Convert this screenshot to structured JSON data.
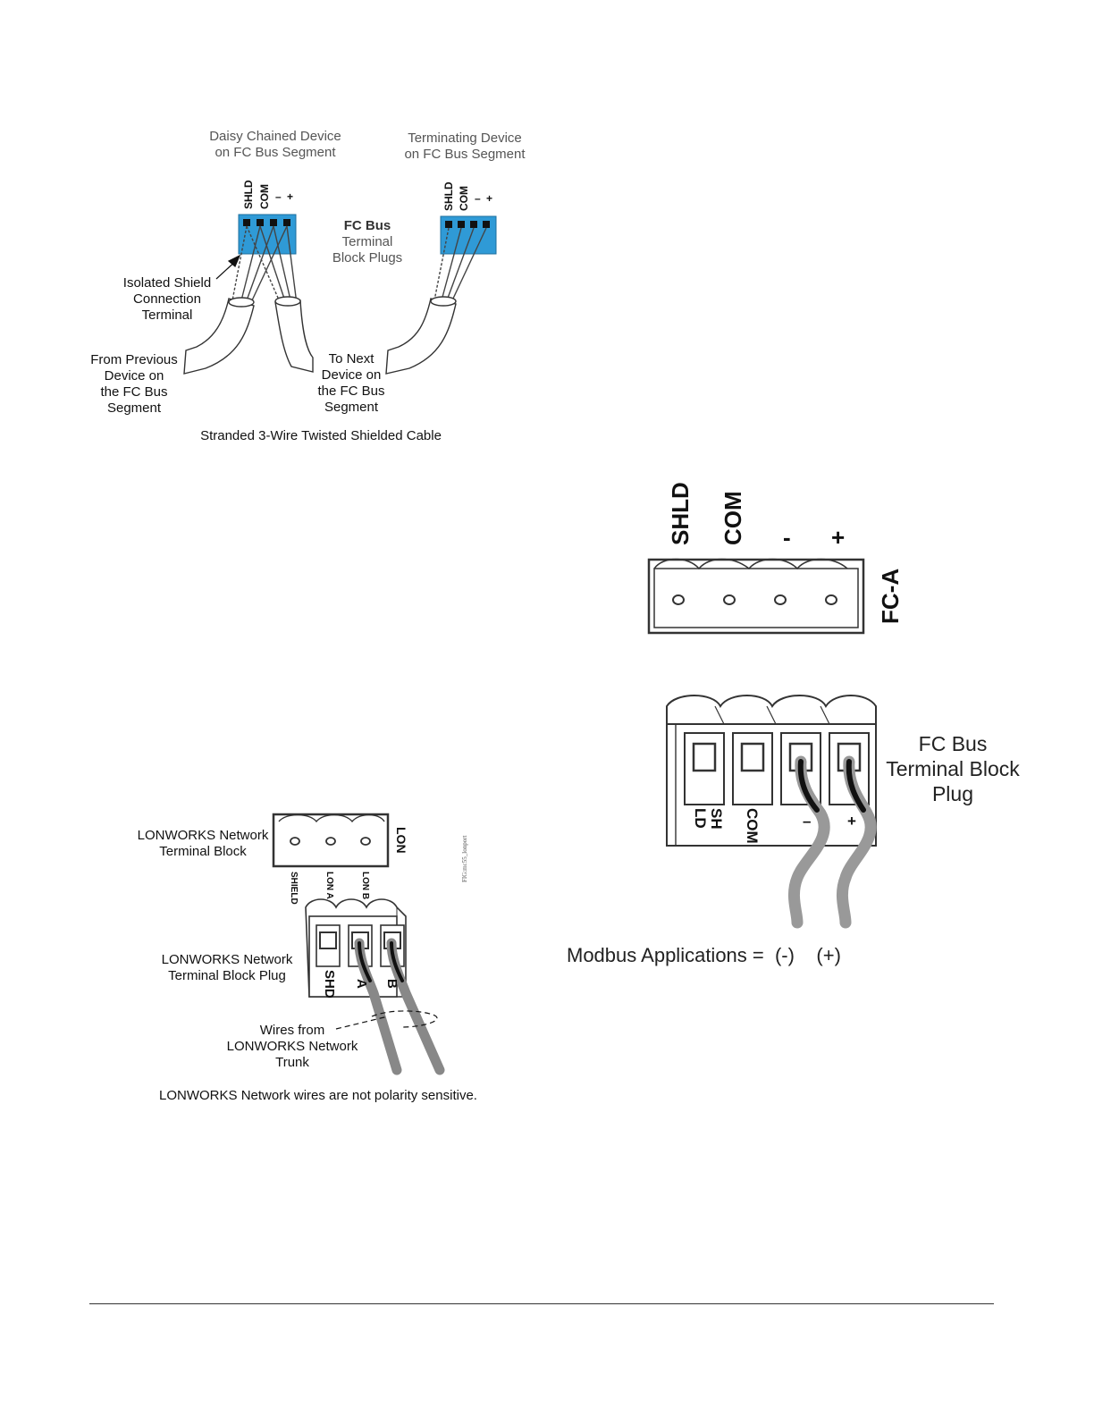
{
  "fc_bus_wiring": {
    "daisy_title_1": "Daisy Chained Device",
    "daisy_title_2": "on FC Bus Segment",
    "term_title_1": "Terminating Device",
    "term_title_2": "on FC Bus Segment",
    "pin_shld": "SHLD",
    "pin_com": "COM",
    "pin_minus": "–",
    "pin_plus": "+",
    "plugs_label_1": "FC Bus",
    "plugs_label_2": "Terminal",
    "plugs_label_3": "Block Plugs",
    "iso_1": "Isolated Shield",
    "iso_2": "Connection",
    "iso_3": "Terminal",
    "prev_1": "From Previous",
    "prev_2": "Device on",
    "prev_3": "the FC Bus",
    "prev_4": "Segment",
    "next_1": "To Next",
    "next_2": "Device on",
    "next_3": "the FC Bus",
    "next_4": "Segment",
    "caption": "Stranded 3-Wire Twisted Shielded Cable",
    "plug_color": "#2f9ad6"
  },
  "fc_a_block": {
    "pin_shld": "SHLD",
    "pin_com": "COM",
    "pin_minus": "-",
    "pin_plus": "+",
    "side_label": "FC-A"
  },
  "fc_plug": {
    "label_1": "FC Bus",
    "label_2": "Terminal Block",
    "label_3": "Plug",
    "term_shld_1": "SH",
    "term_shld_2": "LD",
    "term_com": "COM",
    "term_minus": "–",
    "term_plus": "+",
    "caption": "Modbus Applications =  (-)    (+)"
  },
  "lon": {
    "block_label_1": "LONWORKS Network",
    "block_label_2": "Terminal Block",
    "side_label": "LON",
    "pin_shield": "SHIELD",
    "pin_lon_a": "LON A",
    "pin_lon_b": "LON B",
    "fig_id": "FIG:mc55_lonport",
    "plug_label_1": "LONWORKS Network",
    "plug_label_2": "Terminal Block Plug",
    "term_shd": "SHD",
    "term_a": "A",
    "term_b": "B",
    "wires_1": "Wires from",
    "wires_2": "LONWORKS Network",
    "wires_3": "Trunk",
    "caption": "LONWORKS Network wires are not polarity sensitive."
  }
}
